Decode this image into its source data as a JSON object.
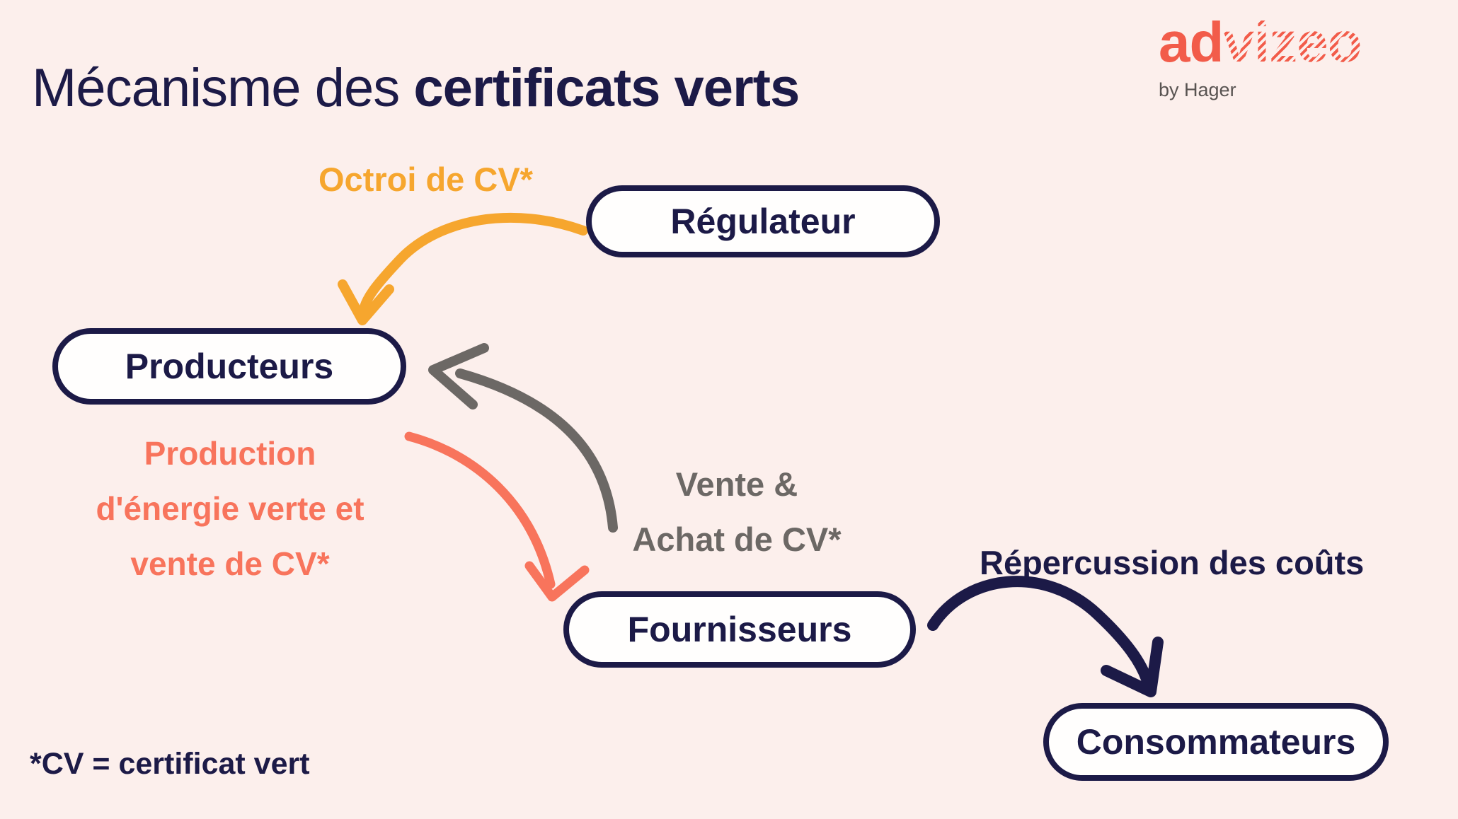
{
  "title": {
    "regular": "Mécanisme des ",
    "bold": "certificats verts"
  },
  "logo": {
    "brand_solid": "ad",
    "brand_striped": "vizeo",
    "byline": "by Hager"
  },
  "nodes": {
    "regulateur": "Régulateur",
    "producteurs": "Producteurs",
    "fournisseurs": "Fournisseurs",
    "consommateurs": "Consommateurs"
  },
  "labels": {
    "octroi": "Octroi de CV*",
    "production_lines": [
      "Production",
      "d'énergie verte et",
      "vente de CV*"
    ],
    "vente_achat_lines": [
      "Vente &",
      "Achat de CV*"
    ],
    "repercussion": "Répercussion des coûts",
    "footnote": "*CV = certificat vert"
  },
  "colors": {
    "background": "#fcefec",
    "navy": "#1c1a47",
    "orange": "#f6a62e",
    "salmon": "#f8745c",
    "gray": "#6c6865",
    "coral": "#f25c4a",
    "box_fill": "#fffefd",
    "byline_gray": "#585351"
  }
}
